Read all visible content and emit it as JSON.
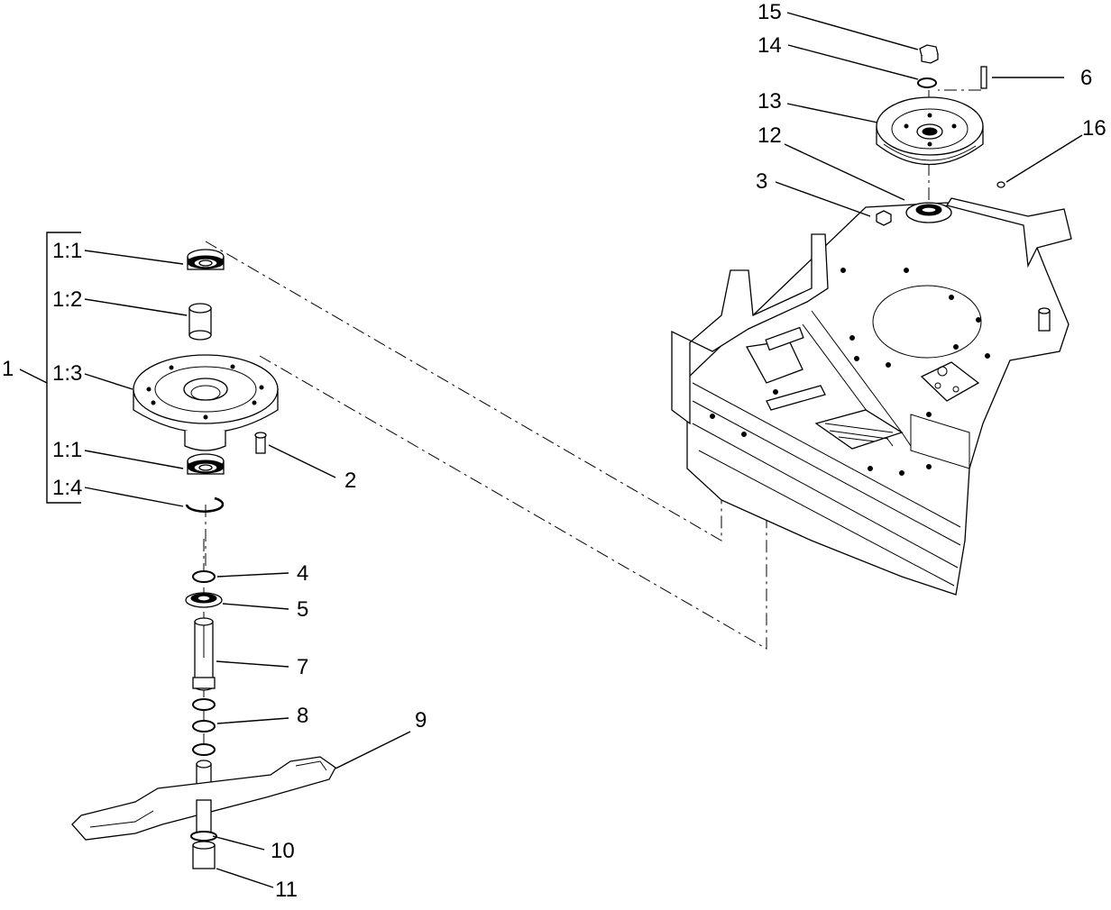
{
  "callouts": {
    "c1": "1",
    "c1_1a": "1:1",
    "c1_2": "1:2",
    "c1_3": "1:3",
    "c1_1b": "1:1",
    "c1_4": "1:4",
    "c2": "2",
    "c3": "3",
    "c4": "4",
    "c5": "5",
    "c6": "6",
    "c7": "7",
    "c8": "8",
    "c9": "9",
    "c10": "10",
    "c11": "11",
    "c12": "12",
    "c13": "13",
    "c14": "14",
    "c15": "15",
    "c16": "16"
  }
}
